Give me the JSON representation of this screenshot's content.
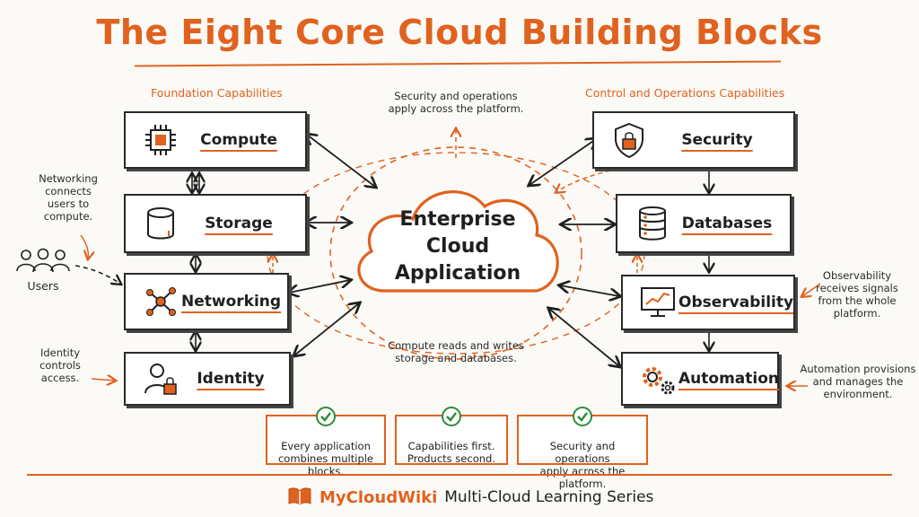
{
  "title": "The Eight Core Cloud Building Blocks",
  "sections": {
    "foundation": "Foundation Capabilities",
    "control": "Control and Operations Capabilities"
  },
  "center": {
    "line1": "Enterprise",
    "line2": "Cloud",
    "line3": "Application"
  },
  "blocks": {
    "compute": "Compute",
    "storage": "Storage",
    "networking": "Networking",
    "identity": "Identity",
    "security": "Security",
    "databases": "Databases",
    "observability": "Observability",
    "automation": "Automation"
  },
  "notes": {
    "top": [
      "Security and operations",
      "apply across the platform."
    ],
    "middle": [
      "Compute reads and writes",
      "storage and databases."
    ],
    "networking": [
      "Networking",
      "connects",
      "users to",
      "compute."
    ],
    "identity": [
      "Identity",
      "controls",
      "access."
    ],
    "observability": [
      "Observability",
      "receives signals",
      "from the whole",
      "platform."
    ],
    "automation": [
      "Automation provisions",
      "and manages the",
      "environment."
    ],
    "users": "Users"
  },
  "info_boxes": [
    [
      "Every application",
      "combines multiple",
      "blocks."
    ],
    [
      "Capabilities first.",
      "Products second."
    ],
    [
      "Security and operations",
      "apply across the",
      "platform."
    ]
  ],
  "footer": {
    "brand": "MyCloudWiki",
    "series": "Multi-Cloud Learning Series"
  },
  "colors": {
    "accent": "#e0621f",
    "ink": "#1f1f1f",
    "check": "#2e8b3a",
    "background": "#fbfaf6"
  },
  "icons": {
    "compute": "cpu-chip-icon",
    "storage": "cylinder-storage-icon",
    "networking": "network-nodes-icon",
    "identity": "user-lock-icon",
    "security": "shield-lock-icon",
    "databases": "database-stack-icon",
    "observability": "monitor-chart-icon",
    "automation": "gears-icon",
    "users": "users-group-icon",
    "check": "check-circle-icon",
    "brand": "book-icon"
  }
}
